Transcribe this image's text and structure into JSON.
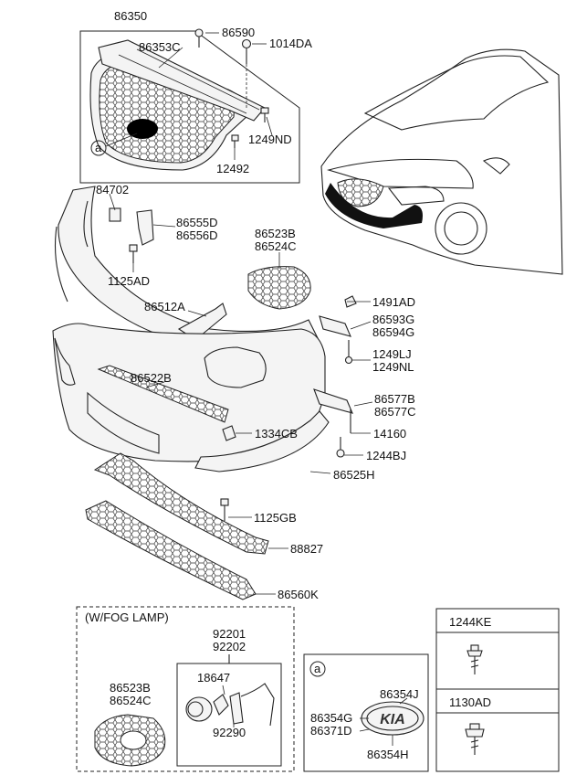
{
  "labels": {
    "l86350": "86350",
    "l86590": "86590",
    "l86353c": "86353C",
    "l1014da": "1014DA",
    "l1249nd": "1249ND",
    "l12492": "12492",
    "la_top": "a",
    "l84702": "84702",
    "l86555d": "86555D",
    "l86556d": "86556D",
    "l86523b": "86523B",
    "l86524c": "86524C",
    "l1125ad": "1125AD",
    "l86512a": "86512A",
    "l1491ad": "1491AD",
    "l86593g": "86593G",
    "l86594g": "86594G",
    "l1249lj": "1249LJ",
    "l1249nl": "1249NL",
    "l86522b": "86522B",
    "l86577b": "86577B",
    "l86577c": "86577C",
    "l1334cb": "1334CB",
    "l14160": "14160",
    "l1244bj": "1244BJ",
    "l86525h": "86525H",
    "l1125gb": "1125GB",
    "l88827": "88827",
    "l86560k": "86560K",
    "fog_title": "(W/FOG LAMP)",
    "l92201": "92201",
    "l92202": "92202",
    "l18647": "18647",
    "l92290": "92290",
    "l86523b_fog": "86523B",
    "l86524c_fog": "86524C",
    "la_box": "a",
    "l86354j": "86354J",
    "l86354g": "86354G",
    "l86371d": "86371D",
    "l86354h": "86354H",
    "l1244ke": "1244KE",
    "l1130ad": "1130AD",
    "logo_text": "KIA"
  }
}
